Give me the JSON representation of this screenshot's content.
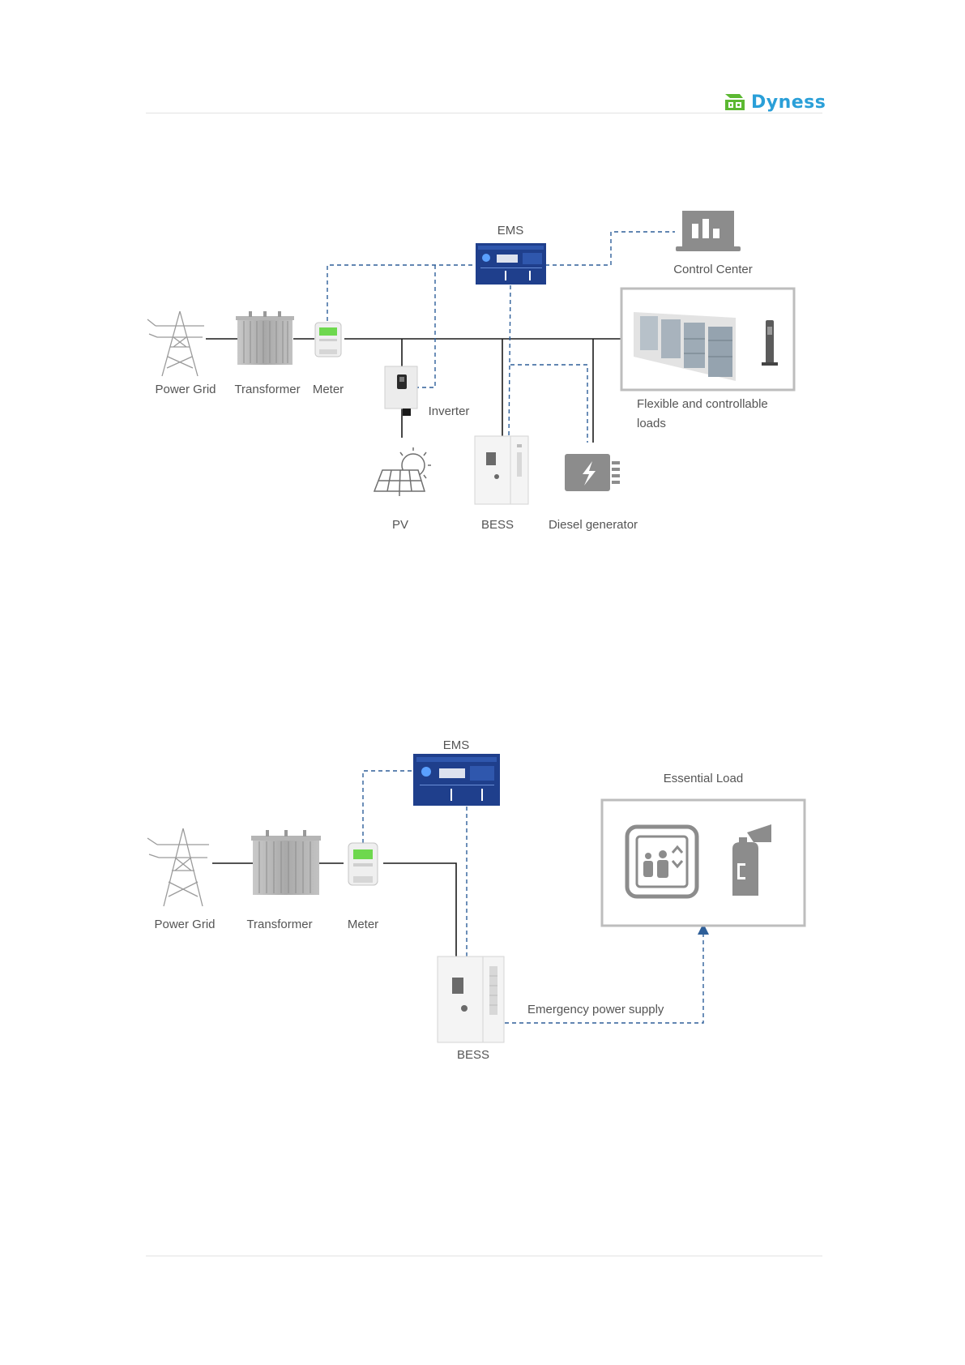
{
  "brand": {
    "name": "Dyness",
    "color_primary": "#2a9fd8",
    "color_secondary": "#5cb832"
  },
  "colors": {
    "power_line": "#1a1a1a",
    "comm_line": "#2e5f99",
    "ems_screen": "#1f3f8c",
    "device_gray": "#8c8c8c"
  },
  "diagram1": {
    "ems": "EMS",
    "control_center": "Control Center",
    "power_grid": "Power Grid",
    "transformer": "Transformer",
    "meter": "Meter",
    "inverter": "Inverter",
    "pv": "PV",
    "bess": "BESS",
    "diesel_generator": "Diesel generator",
    "flexible_loads_line1": "Flexible and controllable",
    "flexible_loads_line2": "loads"
  },
  "diagram2": {
    "ems": "EMS",
    "essential_load": "Essential Load",
    "power_grid": "Power Grid",
    "transformer": "Transformer",
    "meter": "Meter",
    "bess": "BESS",
    "emergency_supply": "Emergency power supply"
  },
  "icons": [
    "transmission-tower-icon",
    "transformer-icon",
    "meter-icon",
    "ems-screen-icon",
    "control-center-icon",
    "inverter-icon",
    "solar-panel-icon",
    "bess-cabinet-icon",
    "diesel-generator-icon",
    "hvac-units-icon",
    "ev-charger-icon",
    "elevator-icon",
    "fire-extinguisher-icon"
  ]
}
